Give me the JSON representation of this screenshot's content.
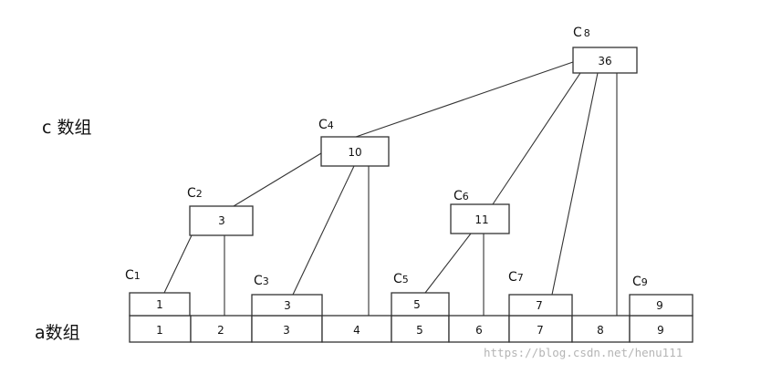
{
  "labels": {
    "c_array": "c 数组",
    "a_array": "a数组",
    "watermark": "https://blog.csdn.net/henu111"
  },
  "a_array": [
    "1",
    "2",
    "3",
    "4",
    "5",
    "6",
    "7",
    "8",
    "9"
  ],
  "c_nodes": [
    {
      "id": "c1",
      "letter": "C",
      "index": "1",
      "value": "1"
    },
    {
      "id": "c2",
      "letter": "C",
      "index": "2",
      "value": "3"
    },
    {
      "id": "c3",
      "letter": "C",
      "index": "3",
      "value": "3"
    },
    {
      "id": "c4",
      "letter": "C",
      "index": "4",
      "value": "10"
    },
    {
      "id": "c5",
      "letter": "C",
      "index": "5",
      "value": "5"
    },
    {
      "id": "c6",
      "letter": "C",
      "index": "6",
      "value": "11"
    },
    {
      "id": "c7",
      "letter": "C",
      "index": "7",
      "value": "7"
    },
    {
      "id": "c8",
      "letter": "C",
      "index": "8",
      "value": "36"
    },
    {
      "id": "c9",
      "letter": "C",
      "index": "9",
      "value": "9"
    }
  ]
}
